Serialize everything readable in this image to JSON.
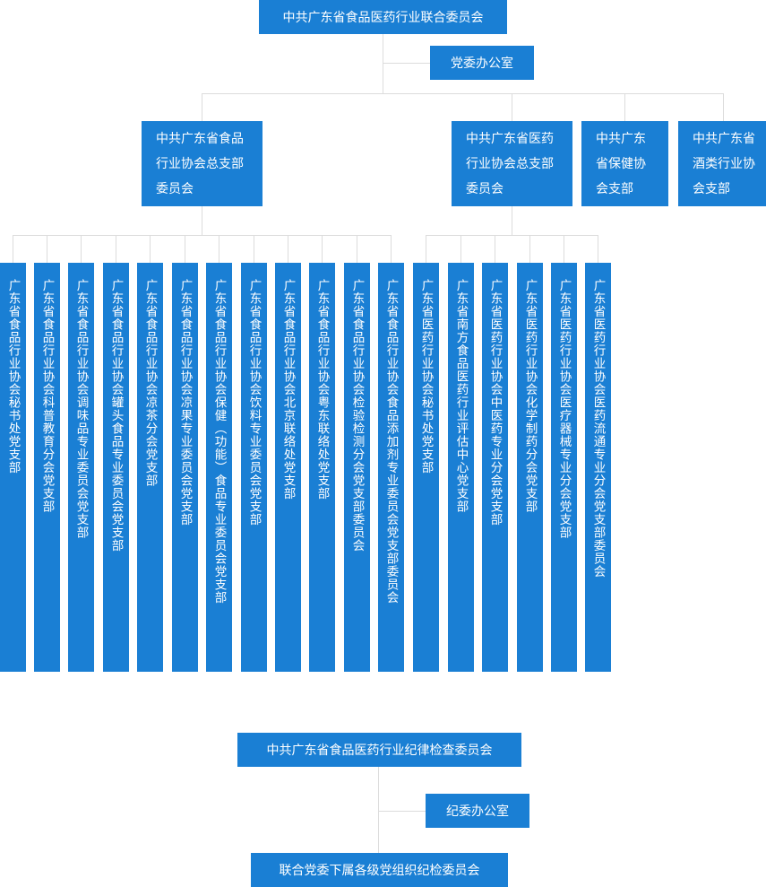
{
  "party_committee": {
    "title": "中共广东省食品医药行业联合委员会",
    "office": "党委办公室",
    "branches": [
      "中共广东省食品\n行业协会总支部\n委员会",
      "中共广东省医药\n行业协会总支部\n委员会",
      "中共广东\n省保健协\n会支部",
      "中共广东省\n酒类行业协\n会支部"
    ],
    "food_sub_branches": [
      "广东省食品行业协会秘书处党支部",
      "广东省食品行业协会科普教育分会党支部",
      "广东省食品行业协会调味品专业委员会党支部",
      "广东省食品行业协会罐头食品专业委员会党支部",
      "广东省食品行业协会凉茶分会党支部",
      "广东省食品行业协会凉果专业委员会党支部",
      "广东省食品行业协会保健（功能）食品专业委员会党支部",
      "广东省食品行业协会饮料专业委员会党支部",
      "广东省食品行业协会北京联络处党支部",
      "广东省食品行业协会粤东联络处党支部",
      "广东省食品行业协会检验检测分会党支部委员会",
      "广东省食品行业协会食品添加剂专业委员会党支部委员会"
    ],
    "medicine_sub_branches": [
      "广东省医药行业协会秘书处党支部",
      "广东省南方食品医药行业评估中心党支部",
      "广东省医药行业协会中医药专业分会党支部",
      "广东省医药行业协会化学制药分会党支部",
      "广东省医药行业协会医疗器械专业分会党支部",
      "广东省医药行业协会医药流通专业分会党支部委员会"
    ]
  },
  "discipline_committee": {
    "title": "中共广东省食品医药行业纪律检查委员会",
    "office": "纪委办公室",
    "sub": "联合党委下属各级党组织纪检委员会"
  }
}
